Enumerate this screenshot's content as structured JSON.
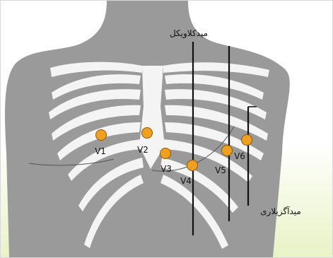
{
  "diagram": {
    "colors": {
      "background_top": "#ffffff",
      "background_bottom": "#e8f3c6",
      "skin": "#9a9a9a",
      "bone": "#f4f4f4",
      "electrode": "#f0a020",
      "electrode_stroke": "#8a5a00",
      "line": "#111111"
    },
    "labels": {
      "midclavicular": "میدکلاویکل",
      "midaxillary": "میدآگزیلاری"
    },
    "electrodes": [
      {
        "id": "V1",
        "label": "V1"
      },
      {
        "id": "V2",
        "label": "V2"
      },
      {
        "id": "V3",
        "label": "V3"
      },
      {
        "id": "V4",
        "label": "V4"
      },
      {
        "id": "V5",
        "label": "V5"
      },
      {
        "id": "V6",
        "label": "V6"
      }
    ]
  }
}
